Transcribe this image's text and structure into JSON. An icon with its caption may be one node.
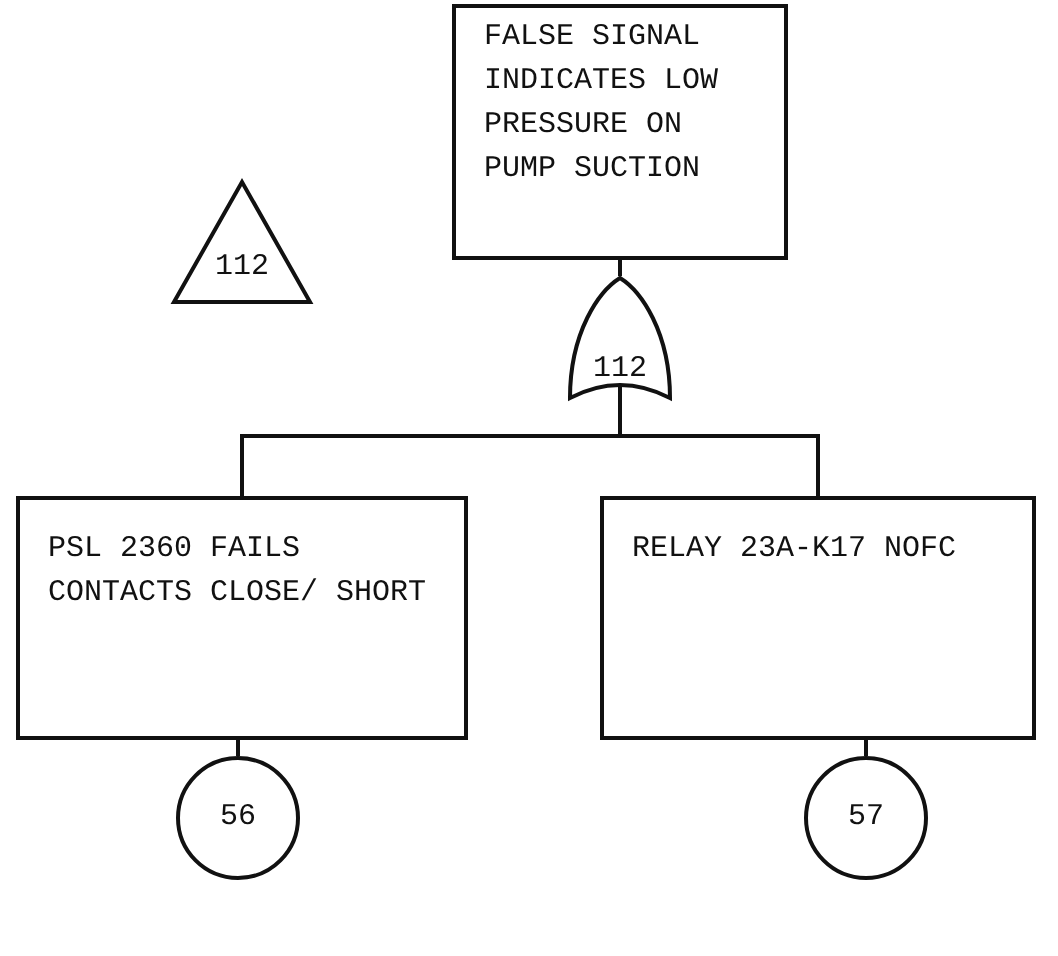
{
  "diagram": {
    "nodes": [
      {
        "text": [
          "112"
        ]
      },
      {
        "text": [
          "FALSE SIGNAL INDICATES LOW PRESSURE ON PUMP SUCTION"
        ]
      },
      {
        "text": [
          "112"
        ]
      },
      {
        "text": [
          "PSL 2360 FAILS CONTACTS CLOSE/ SHORT"
        ]
      },
      {
        "text": [
          "RELAY 23A-K17 NOFC"
        ]
      },
      {
        "text": [
          "56"
        ]
      },
      {
        "text": [
          "57"
        ]
      }
    ],
    "edges": [
      {
        "from": 2,
        "to": 1,
        "arrow": "none"
      },
      {
        "from": 2,
        "to": 3,
        "arrow": "none"
      },
      {
        "from": 2,
        "to": 4,
        "arrow": "none"
      },
      {
        "from": 3,
        "to": 5,
        "arrow": "none"
      },
      {
        "from": 4,
        "to": 6,
        "arrow": "none"
      }
    ]
  }
}
